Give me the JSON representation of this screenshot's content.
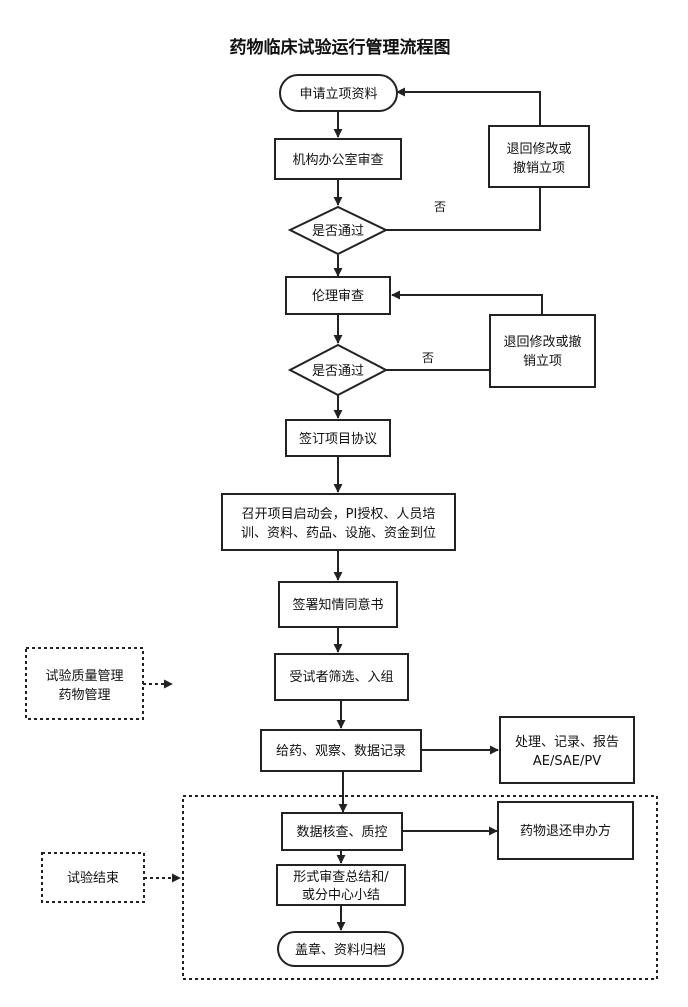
{
  "title": "药物临床试验运行管理流程图",
  "nodes": {
    "apply": "申请立项资料",
    "office_review": "机构办公室审查",
    "pass_1": "是否通过",
    "return_1": [
      "退回修改或",
      "撤销立项"
    ],
    "ethics_review": "伦理审查",
    "pass_2": "是否通过",
    "return_2": [
      "退回修改或撤",
      "销立项"
    ],
    "sign_agreement": "签订项目协议",
    "kickoff": [
      "召开项目启动会，PI授权、人员培",
      "训、资料、药品、设施、资金到位"
    ],
    "consent": "签署知情同意书",
    "screening": "受试者筛选、入组",
    "qc_side": [
      "试验质量管理",
      "药物管理"
    ],
    "dosing": "给药、观察、数据记录",
    "ae_handling": [
      "处理、记录、报告",
      "AE/SAE/PV"
    ],
    "data_check": "数据核查、质控",
    "drug_return": "药物退还申办方",
    "summary": [
      "形式审查总结和/",
      "或分中心小结"
    ],
    "archive": "盖章、资料归档",
    "trial_end": "试验结束"
  },
  "edge_labels": {
    "no_1": "否",
    "no_2": "否"
  }
}
